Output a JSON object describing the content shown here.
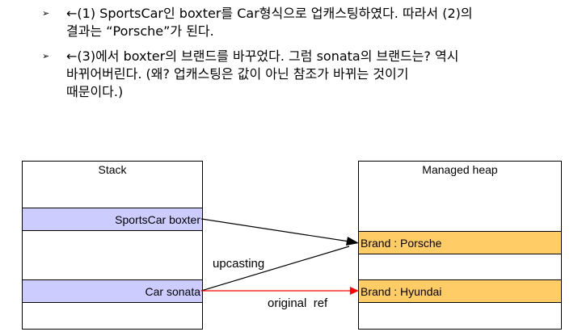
{
  "bullets": [
    {
      "marker": "➢",
      "lines": [
        "←(1) SportsCar인 boxter를 Car형식으로 업캐스팅하였다. 따라서 (2)의",
        "결과는  “Porsche”가 된다."
      ]
    },
    {
      "marker": "➢",
      "lines": [
        "←(3)에서 boxter의 브랜드를 바꾸었다. 그럼 sonata의 브랜드는? 역시",
        "바뀌어버린다. (왜? 업캐스팅은 값이 아닌 참조가 바뀌는 것이기",
        "때문이다.)"
      ]
    }
  ],
  "diagram": {
    "stack": {
      "title": "Stack",
      "items": [
        "SportsCar boxter",
        "Car sonata"
      ]
    },
    "heap": {
      "title": "Managed heap",
      "items": [
        "Brand : Porsche",
        "Brand : Hyundai"
      ]
    },
    "arrows": [
      {
        "label": "",
        "color": "#000000"
      },
      {
        "label": "upcasting",
        "color": "#000000"
      },
      {
        "label": "original  ref",
        "color": "#ff0000"
      }
    ],
    "colors": {
      "stack_band": "#ccccff",
      "heap_band": "#ffcc66"
    }
  }
}
